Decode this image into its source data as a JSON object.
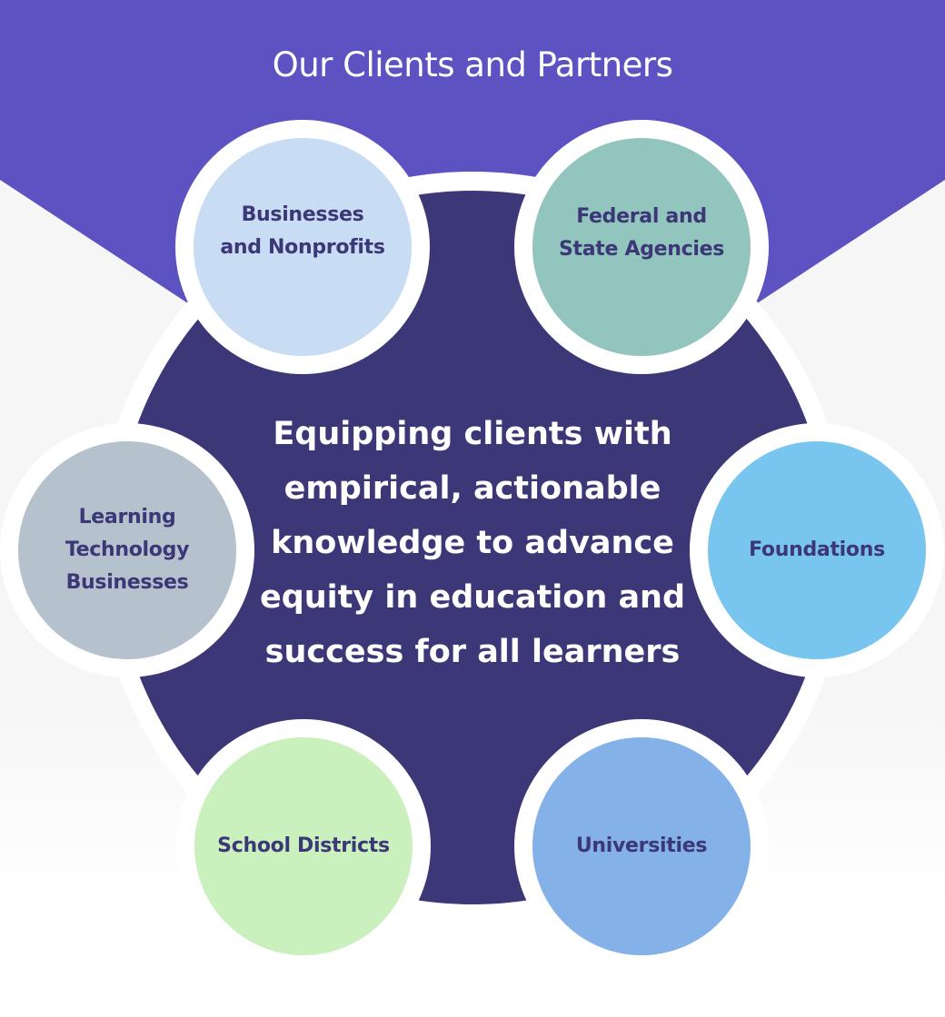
{
  "title": "Our Clients and Partners",
  "center": {
    "lines": [
      "Equipping clients with",
      "empirical, actionable",
      "knowledge to advance",
      "equity in education and",
      "success for all learners"
    ]
  },
  "nodes": [
    {
      "id": "businesses-nonprofits",
      "label": "Businesses\nand Nonprofits",
      "color": "#c8dcf3"
    },
    {
      "id": "federal-state-agencies",
      "label": "Federal and\nState Agencies",
      "color": "#91c5bd"
    },
    {
      "id": "foundations",
      "label": "Foundations",
      "color": "#78c5f0"
    },
    {
      "id": "universities",
      "label": "Universities",
      "color": "#84b2e8"
    },
    {
      "id": "school-districts",
      "label": "School Districts",
      "color": "#c9f0bd"
    },
    {
      "id": "learning-technology-businesses",
      "label": "Learning\nTechnology\nBusinesses",
      "color": "#b5c1cd"
    }
  ],
  "colors": {
    "header_band": "#5d52c1",
    "center_circle": "#3c3777",
    "label_text": "#3c3777",
    "ring": "#ffffff",
    "background": "#f6f6f6"
  }
}
